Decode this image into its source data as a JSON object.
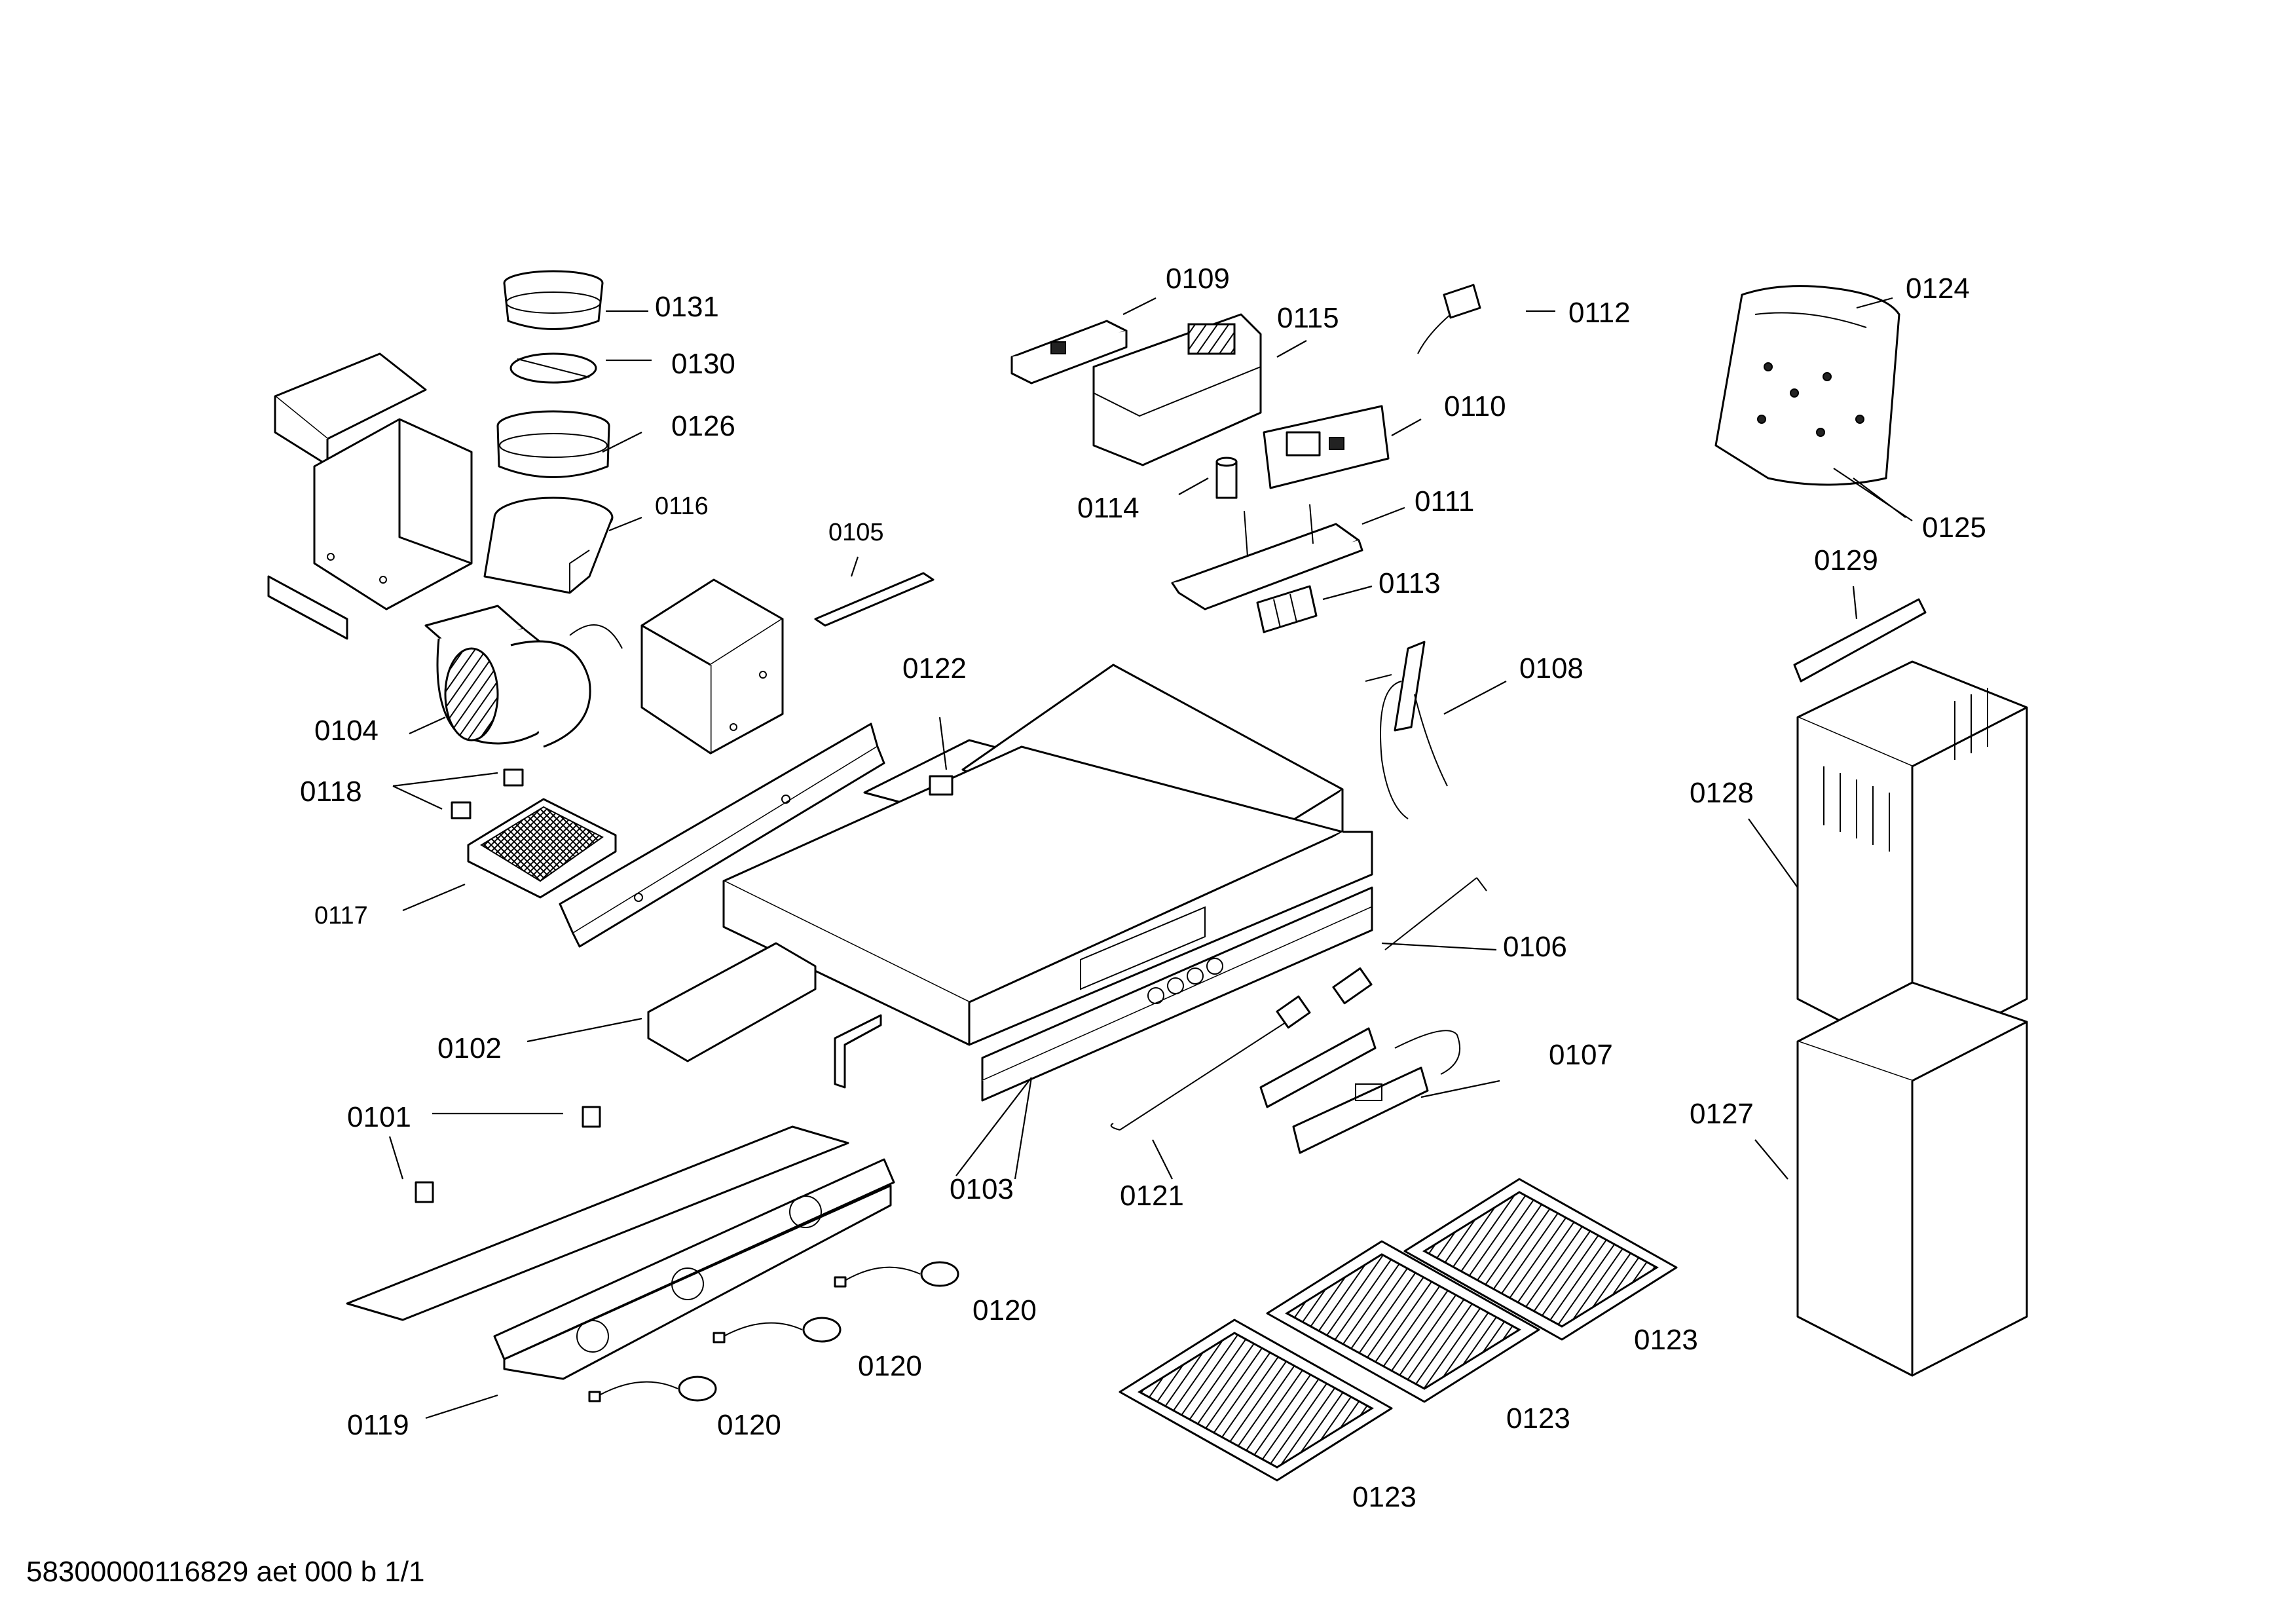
{
  "footer": {
    "document_code": "58300000116829 aet 000 b 1/1"
  },
  "callouts": {
    "c0131": "0131",
    "c0130": "0130",
    "c0126": "0126",
    "c0116": "0116",
    "c0105": "0105",
    "c0109": "0109",
    "c0115": "0115",
    "c0112": "0112",
    "c0110": "0110",
    "c0114": "0114",
    "c0111": "0111",
    "c0113": "0113",
    "c0124": "0124",
    "c0125": "0125",
    "c0129": "0129",
    "c0122": "0122",
    "c0104": "0104",
    "c0118": "0118",
    "c0117": "0117",
    "c0108": "0108",
    "c0128": "0128",
    "c0106": "0106",
    "c0102": "0102",
    "c0107": "0107",
    "c0101": "0101",
    "c0127": "0127",
    "c0103": "0103",
    "c0121": "0121",
    "c0120a": "0120",
    "c0120b": "0120",
    "c0120c": "0120",
    "c0119": "0119",
    "c0123a": "0123",
    "c0123b": "0123",
    "c0123c": "0123"
  }
}
